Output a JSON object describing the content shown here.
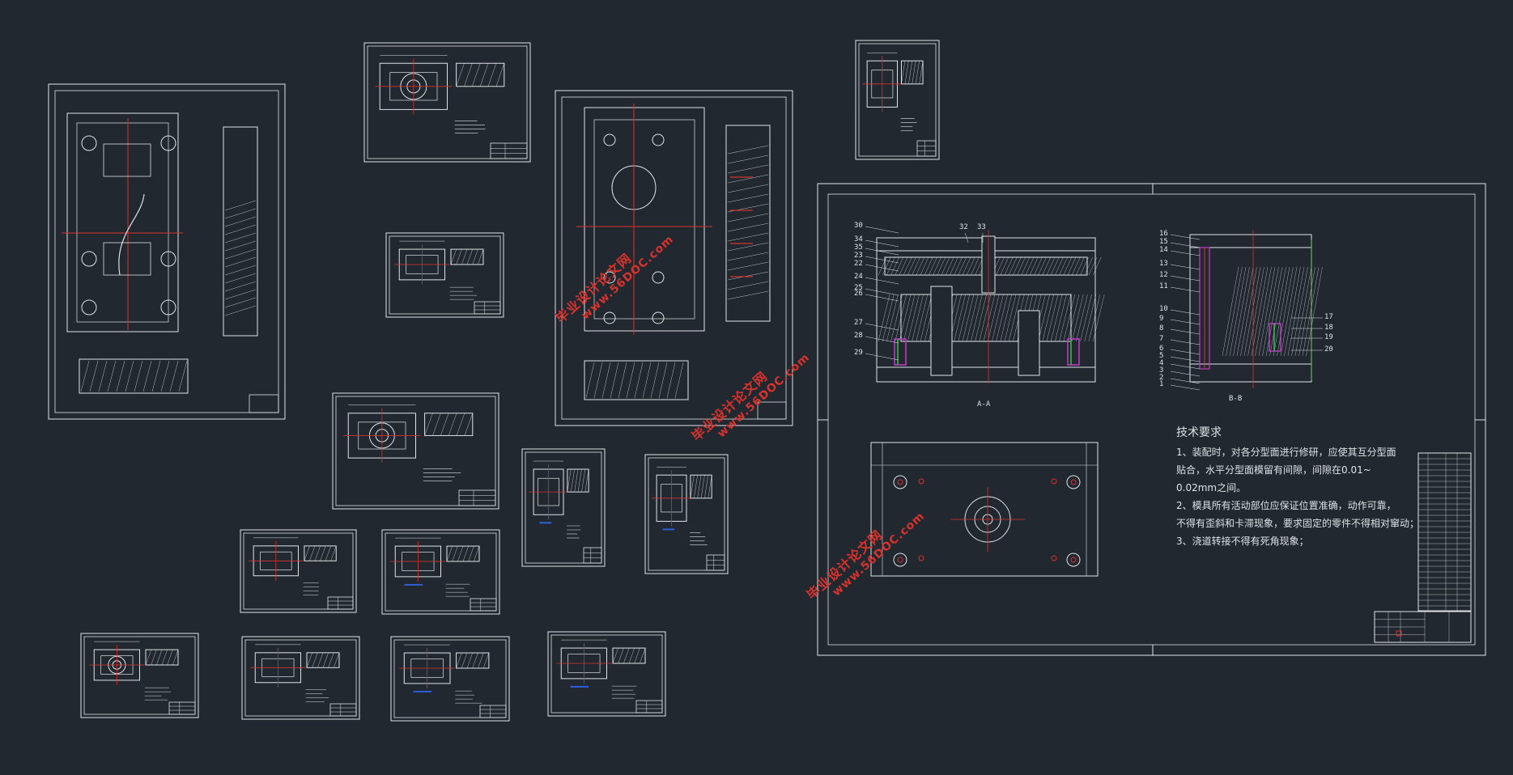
{
  "technical_requirements": {
    "heading": "技术要求",
    "lines": [
      "1、装配时，对各分型面进行修研，应使其互分型面",
      "贴合，水平分型面模留有间隙，间隙在0.01~",
      "0.02mm之间。",
      "2、模具所有活动部位应保证位置准确，动作可靠，",
      "不得有歪斜和卡滞现象，要求固定的零件不得相对窜动；",
      "3、浇道转接不得有死角现象；"
    ]
  },
  "callouts_left": [
    "30",
    "34",
    "35",
    "23",
    "22",
    "24",
    "25",
    "26",
    "27",
    "28",
    "29"
  ],
  "callouts_top": [
    "32",
    "33"
  ],
  "callouts_right_left": [
    "16",
    "15",
    "14",
    "13",
    "12",
    "11",
    "10",
    "9",
    "8",
    "7",
    "6",
    "5",
    "4",
    "3",
    "2",
    "1"
  ],
  "callouts_right": [
    "17",
    "18",
    "19",
    "20"
  ],
  "section_labels": [
    "A-A",
    "B-B"
  ],
  "watermarks": [
    {
      "cn": "毕业设计论文网",
      "url": "www.56DOC.com"
    },
    {
      "cn": "毕业设计论文网",
      "url": "www.56DOC.com"
    },
    {
      "cn": "毕业设计论文网",
      "url": "www.56DOC.com"
    }
  ],
  "colors": {
    "background": "#212830",
    "line": "#dfe3e6",
    "centerline": "#d8322c",
    "accent_magenta": "#c23cc8",
    "accent_green": "#3cc24a",
    "accent_blue": "#2f5ed8",
    "dim_green": "#58c058"
  }
}
